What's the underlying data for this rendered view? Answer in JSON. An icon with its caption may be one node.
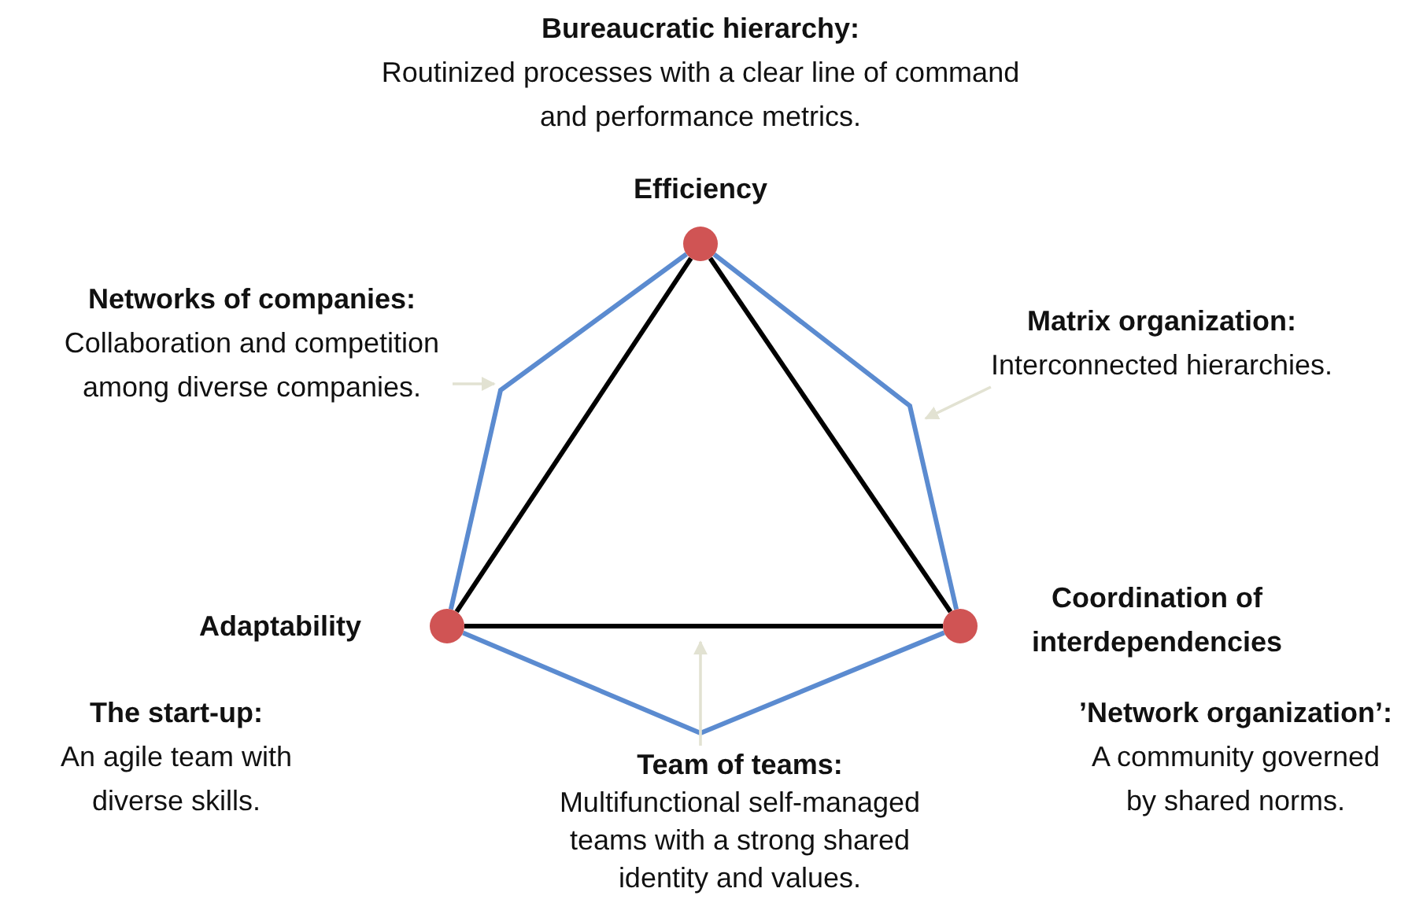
{
  "diagram": {
    "nodes": [
      {
        "text": [],
        "shape": "circle",
        "beside": [
          "Efficiency"
        ]
      },
      {
        "text": [],
        "shape": "circle",
        "beside": [
          "Adaptability"
        ]
      },
      {
        "text": [],
        "shape": "circle",
        "beside": [
          "Coordination of interdependencies"
        ]
      },
      {
        "text": [
          "Networks of companies:",
          "Collaboration and competition among diverse companies."
        ]
      },
      {
        "text": [
          "Matrix organization:",
          "Interconnected hierarchies."
        ]
      },
      {
        "text": [
          "Team of teams:",
          "Multifunctional self-managed teams with a strong shared identity and values."
        ]
      }
    ],
    "edges": [
      {
        "from": 0,
        "to": 1,
        "arrow": "none"
      },
      {
        "from": 1,
        "to": 2,
        "arrow": "none"
      },
      {
        "from": 2,
        "to": 0,
        "arrow": "none"
      },
      {
        "from": 0,
        "to": 1,
        "arrow": "none",
        "color": "#5b8bd0"
      },
      {
        "from": 1,
        "to": 2,
        "arrow": "none",
        "color": "#5b8bd0"
      },
      {
        "from": 2,
        "to": 0,
        "arrow": "none",
        "color": "#5b8bd0"
      },
      {
        "from": 3,
        "to": null,
        "arrow": "to",
        "color": "#e2e2d2"
      },
      {
        "from": 4,
        "to": null,
        "arrow": "to",
        "color": "#e2e2d2"
      },
      {
        "from": 5,
        "to": null,
        "arrow": "to",
        "color": "#e2e2d2"
      }
    ],
    "labels": [
      "Bureaucratic hierarchy:",
      "Routinized processes with a clear line of command and performance metrics.",
      "The start-up:",
      "An agile team with diverse skills.",
      "’Network organization’:",
      "A community governed by shared norms."
    ]
  }
}
